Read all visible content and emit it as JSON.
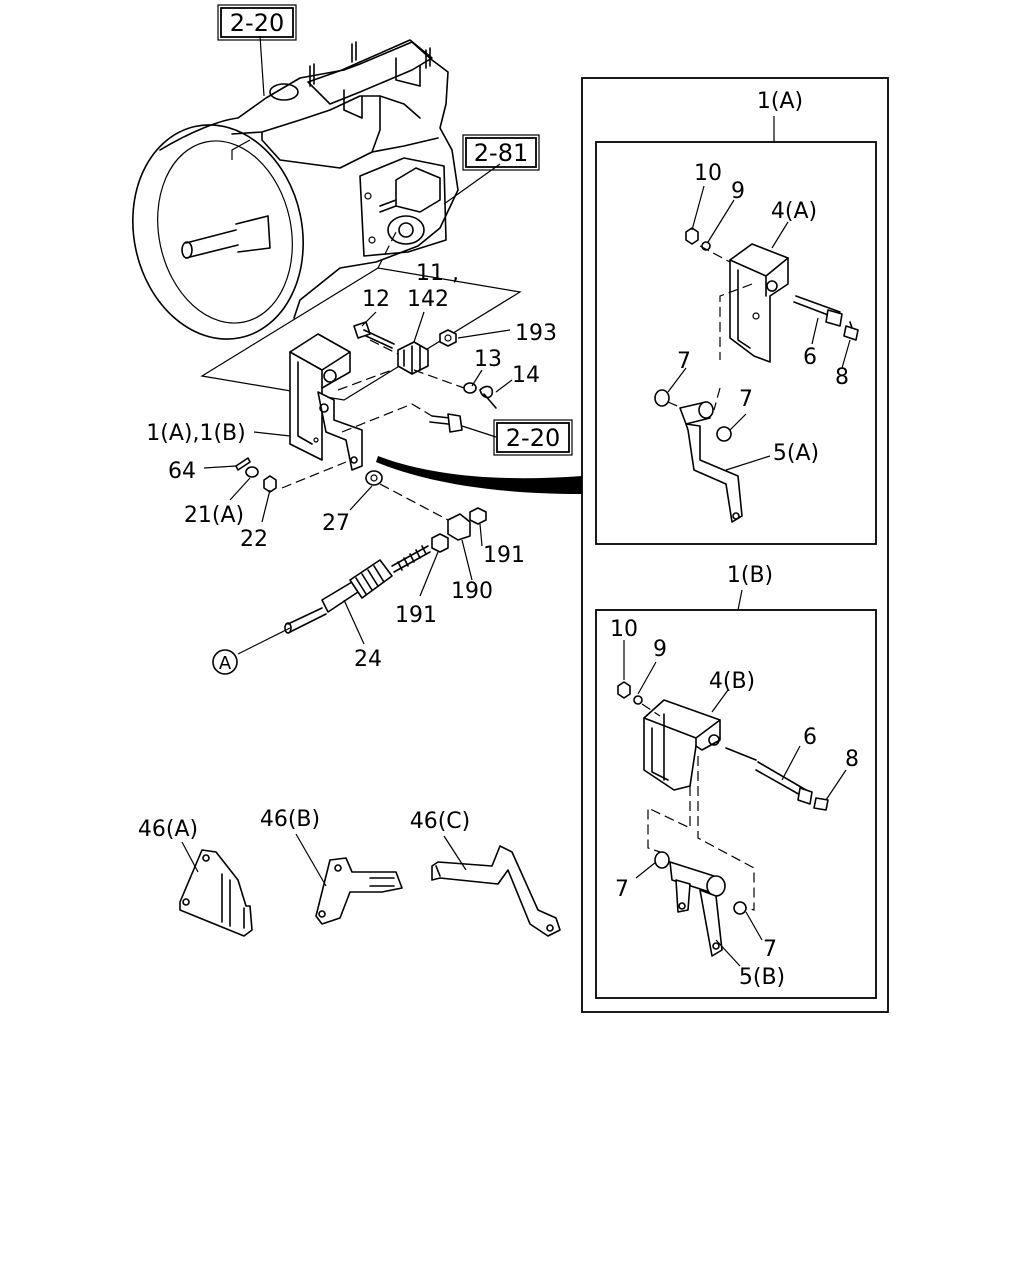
{
  "refs": {
    "main_top": "2-20",
    "main_right": "2-81",
    "bolt": "2-20"
  },
  "callouts": {
    "c11": "11",
    "c12": "12",
    "c142": "142",
    "c193": "193",
    "c13": "13",
    "c14": "14",
    "c1ab": "1(A),1(B)",
    "c64": "64",
    "c21a": "21(A)",
    "c22": "22",
    "c27": "27",
    "c191a": "191",
    "c190": "190",
    "c191b": "191",
    "c24": "24",
    "cA": "A"
  },
  "brackets": {
    "a": "46(A)",
    "b": "46(B)",
    "c": "46(C)"
  },
  "detail_a": {
    "title": "1(A)",
    "p10": "10",
    "p9": "9",
    "p4": "4(A)",
    "p6": "6",
    "p8": "8",
    "p7a": "7",
    "p7b": "7",
    "p5": "5(A)"
  },
  "detail_b": {
    "title": "1(B)",
    "p10": "10",
    "p9": "9",
    "p4": "4(B)",
    "p6": "6",
    "p8": "8",
    "p7a": "7",
    "p7b": "7",
    "p5": "5(B)"
  }
}
